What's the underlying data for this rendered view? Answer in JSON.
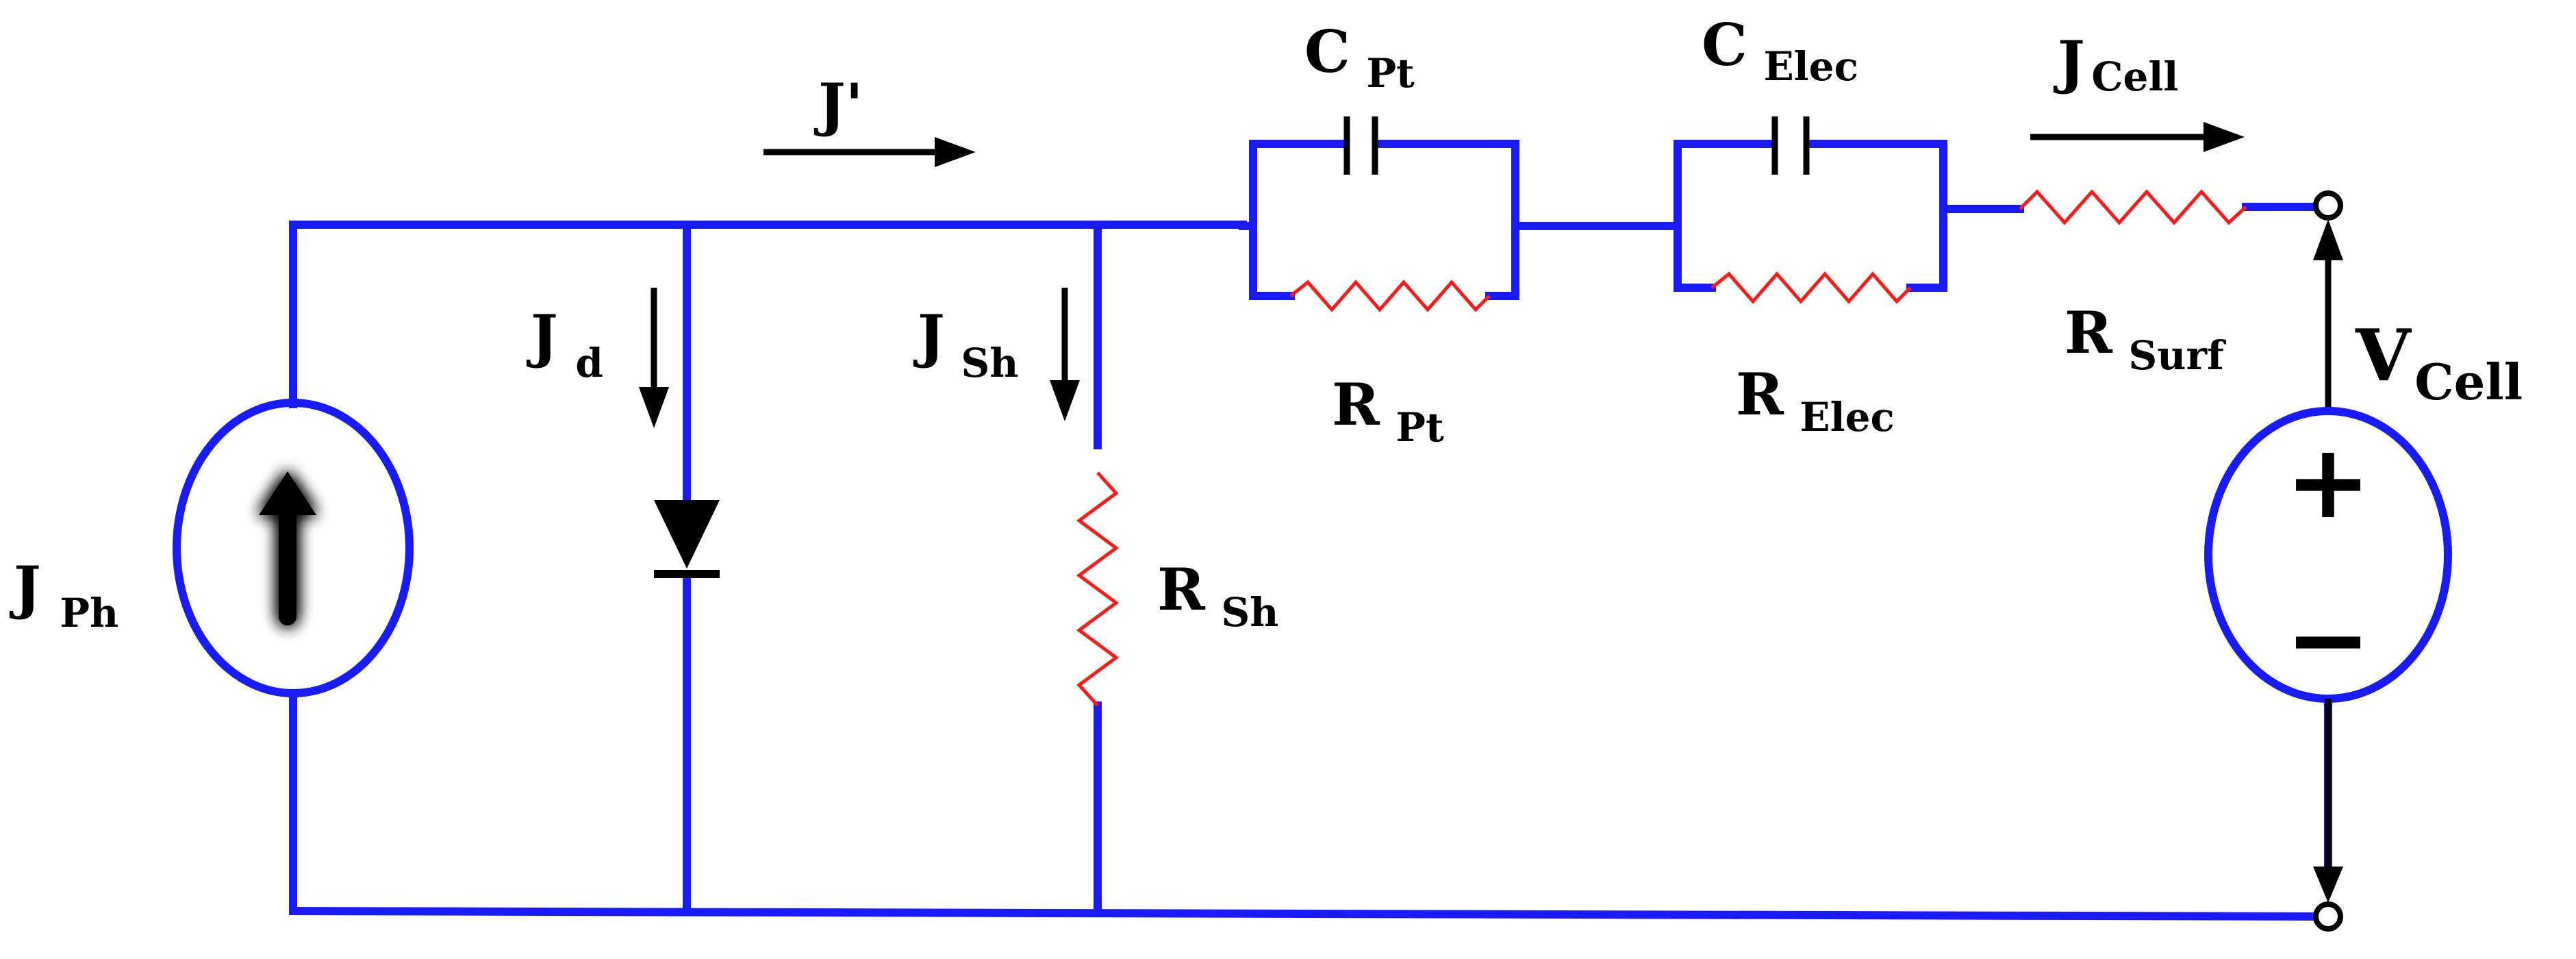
{
  "labels": {
    "j_ph": {
      "main": "J",
      "sub": "Ph"
    },
    "j_d": {
      "main": "J",
      "sub": "d"
    },
    "j_sh": {
      "main": "J",
      "sub": "Sh"
    },
    "j_prime": {
      "main": "J'"
    },
    "c_pt": {
      "main": "C",
      "sub": "Pt"
    },
    "c_elec": {
      "main": "C",
      "sub": "Elec"
    },
    "j_cell": {
      "main": "J",
      "sub": "Cell"
    },
    "r_sh": {
      "main": "R",
      "sub": "Sh"
    },
    "r_pt": {
      "main": "R",
      "sub": "Pt"
    },
    "r_elec": {
      "main": "R",
      "sub": "Elec"
    },
    "r_surf": {
      "main": "R",
      "sub": "Surf"
    },
    "v_cell": {
      "main": "V",
      "sub": "Cell"
    }
  },
  "source_symbols": {
    "plus": "+",
    "minus": "−"
  },
  "colors": {
    "wire": "#1a1aff",
    "resistor": "#ff1a1a",
    "text": "#000000",
    "current_arrow_glow": "#ffb300"
  }
}
